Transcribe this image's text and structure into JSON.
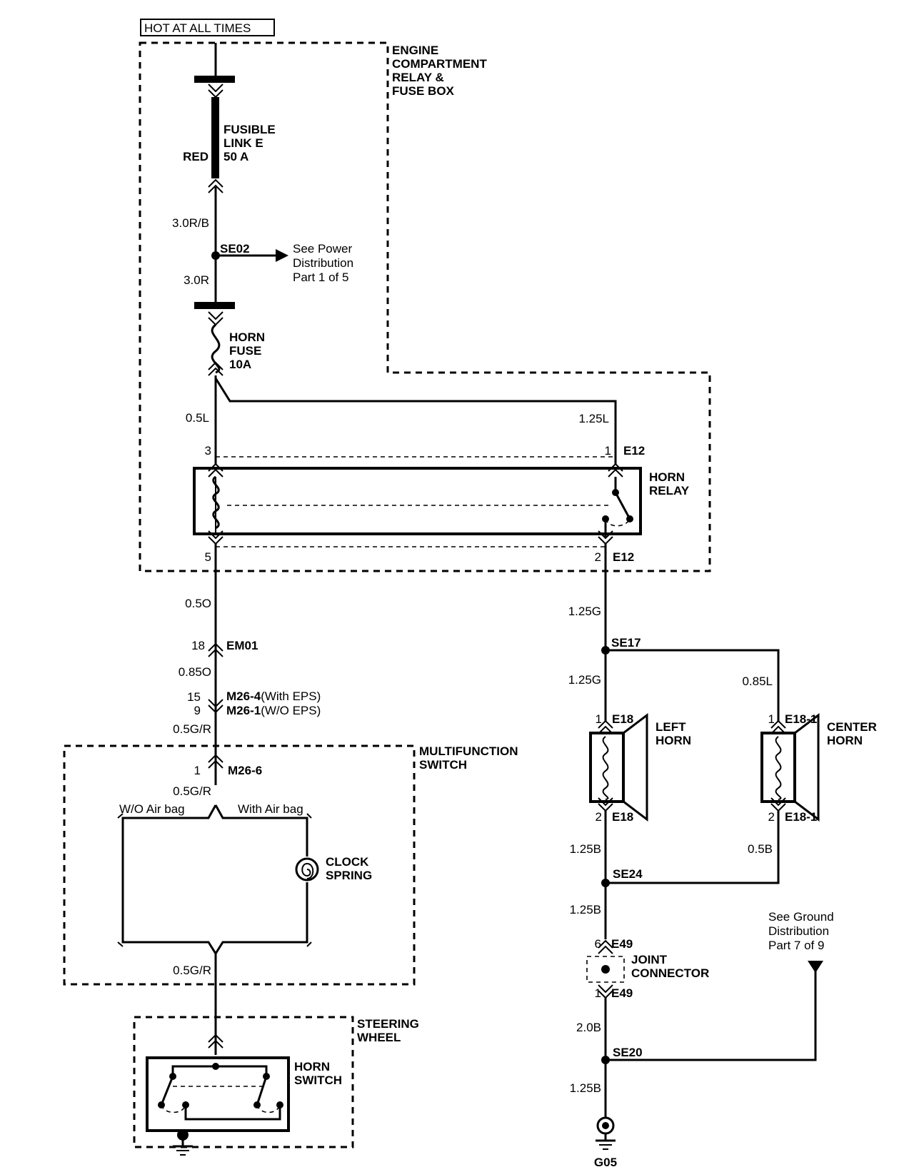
{
  "supply": {
    "hot_at_all_times": "HOT AT ALL TIMES"
  },
  "engine_box": {
    "title_lines": [
      "ENGINE",
      "COMPARTMENT",
      "RELAY &",
      "FUSE BOX"
    ],
    "fusible_link": {
      "lines": [
        "FUSIBLE",
        "LINK E",
        "50 A"
      ],
      "wire_color": "RED"
    },
    "wires": {
      "w_30rb": "3.0R/B",
      "w_30r": "3.0R",
      "w_05l": "0.5L",
      "w_125l": "1.25L"
    },
    "splice_se02": "SE02",
    "see_power": [
      "See Power",
      "Distribution",
      "Part 1 of 5"
    ],
    "horn_fuse": [
      "HORN",
      "FUSE",
      "10A"
    ],
    "horn_relay": {
      "title_lines": [
        "HORN",
        "RELAY"
      ],
      "pin3": "3",
      "pin1": "1",
      "pin5": "5",
      "pin2": "2",
      "conn_top": "E12",
      "conn_bottom": "E12"
    }
  },
  "left_chain": {
    "w_05o": "0.5O",
    "em01_pin": "18",
    "em01": "EM01",
    "w_085o": "0.85O",
    "m26_pin15": "15",
    "m26_4": "M26-4",
    "with_eps": "(With EPS)",
    "m26_pin9": "9",
    "m26_1": "M26-1",
    "wo_eps": "(W/O EPS)",
    "w_05gr_top": "0.5G/R"
  },
  "multifunction_switch": {
    "title_lines": [
      "MULTIFUNCTION",
      "SWITCH"
    ],
    "pin1": "1",
    "m26_6": "M26-6",
    "w_05gr_inner": "0.5G/R",
    "wo_airbag": "W/O Air bag",
    "with_airbag": "With Air bag",
    "clock_spring": [
      "CLOCK",
      "SPRING"
    ],
    "w_05gr_bottom": "0.5G/R"
  },
  "steering_wheel": {
    "title_lines": [
      "STEERING",
      "WHEEL"
    ],
    "horn_switch": [
      "HORN",
      "SWITCH"
    ]
  },
  "right_chain": {
    "w_125g_a": "1.25G",
    "se17": "SE17",
    "w_125g_b": "1.25G",
    "w_085l": "0.85L",
    "left_horn": {
      "title_lines": [
        "LEFT",
        "HORN"
      ],
      "pin_top": "1",
      "conn_top": "E18",
      "pin_bottom": "2",
      "conn_bottom": "E18"
    },
    "center_horn": {
      "title_lines": [
        "CENTER",
        "HORN"
      ],
      "pin_top": "1",
      "conn_top": "E18-1",
      "pin_bottom": "2",
      "conn_bottom": "E18-1"
    },
    "w_125b_a": "1.25B",
    "w_05b": "0.5B",
    "se24": "SE24",
    "w_125b_b": "1.25B",
    "joint_pin6": "6",
    "e49_top": "E49",
    "joint_connector": [
      "JOINT",
      "CONNECTOR"
    ],
    "joint_pin1": "1",
    "e49_bottom": "E49",
    "w_20b": "2.0B",
    "se20": "SE20",
    "see_ground": [
      "See Ground",
      "Distribution",
      "Part 7 of 9"
    ],
    "w_125b_c": "1.25B",
    "ground": "G05"
  }
}
